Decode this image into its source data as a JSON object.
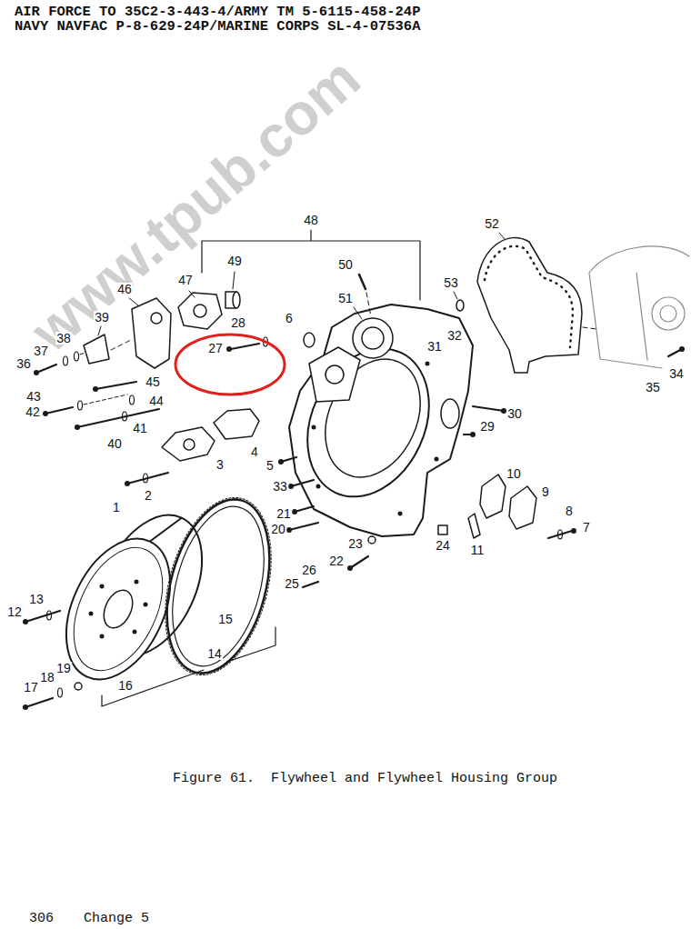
{
  "diagram": {
    "caption": "Figure 61.  Flywheel and Flywheel Housing Group",
    "labels": [
      "AIR FORCE TO 35C2-3-443-4/ARMY TM 5-6115-458-24P",
      "NAVY NAVFAC P-8-629-24P/MARINE CORPS SL-4-07536A",
      "www.tpub.com",
      "48",
      "52",
      "50",
      "49",
      "53",
      "47",
      "46",
      "51",
      "39",
      "6",
      "28",
      "27",
      "32",
      "31",
      "34",
      "35",
      "38",
      "37",
      "36",
      "45",
      "44",
      "43",
      "42",
      "41",
      "40",
      "4",
      "3",
      "5",
      "30",
      "29",
      "33",
      "2",
      "1",
      "10",
      "9",
      "8",
      "7",
      "21",
      "20",
      "23",
      "22",
      "24",
      "11",
      "26",
      "25",
      "15",
      "13",
      "12",
      "19",
      "18",
      "17",
      "16",
      "14",
      "306",
      "Change 5"
    ]
  }
}
